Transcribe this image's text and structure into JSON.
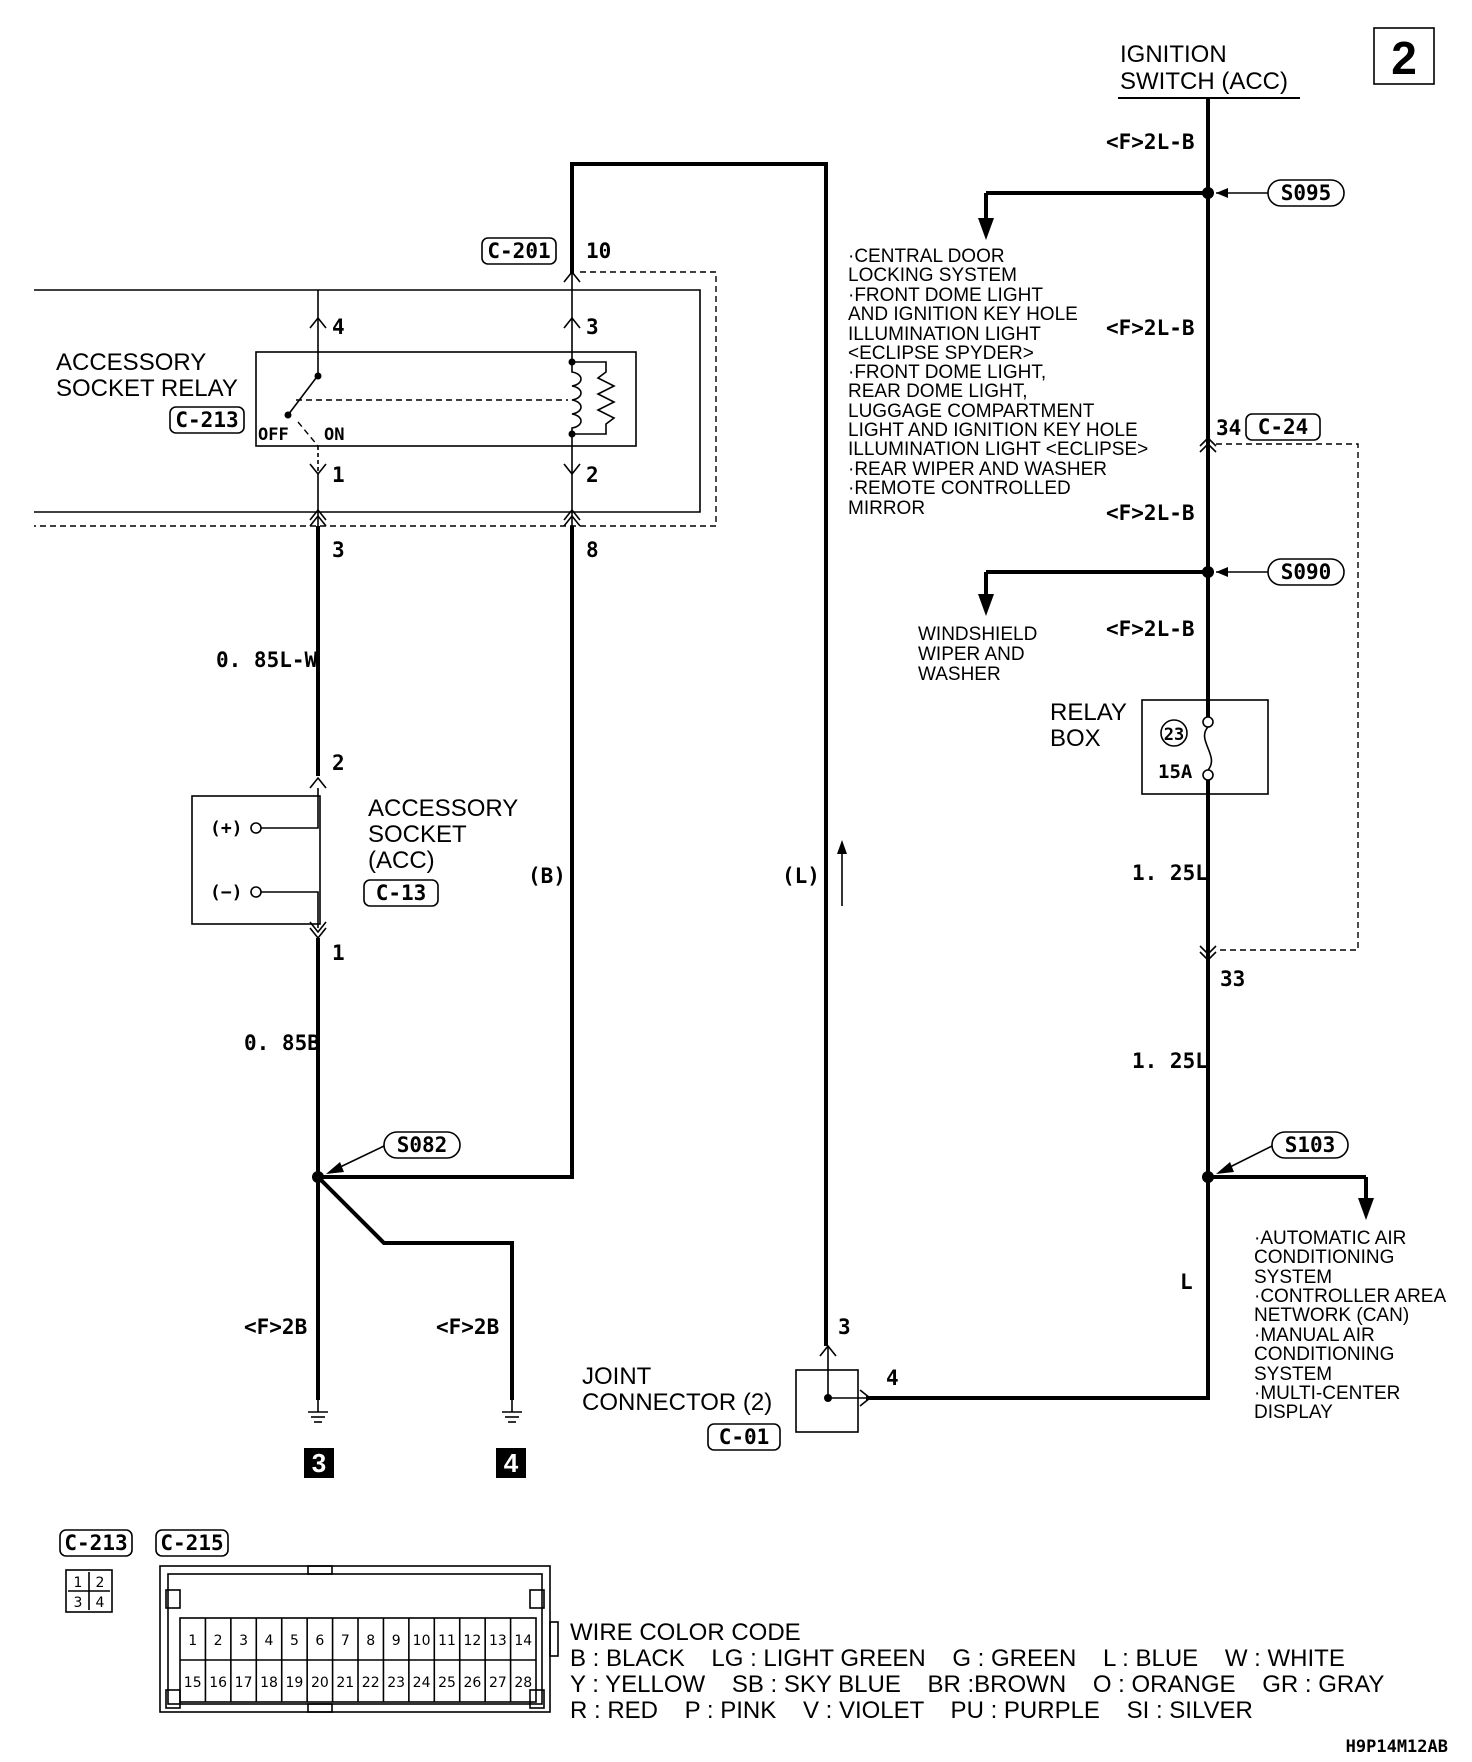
{
  "page_number": "2",
  "ignition_switch": {
    "line1": "IGNITION",
    "line2": "SWITCH (ACC)"
  },
  "connectors": {
    "c201": "C-201",
    "c213": "C-213",
    "c13": "C-13",
    "c24": "C-24",
    "c01": "C-01",
    "c215": "C-215"
  },
  "splices": {
    "s095": "S095",
    "s090": "S090",
    "s103": "S103",
    "s082": "S082"
  },
  "wire_labels": {
    "f2lb_1": "<F>2L-B",
    "f2lb_2": "<F>2L-B",
    "f2lb_3": "<F>2L-B",
    "f2lb_4": "<F>2L-B",
    "w085lw": "0. 85L-W",
    "w085b": "0. 85B",
    "w125l_1": "1. 25L",
    "w125l_2": "1. 25L",
    "l": "L",
    "b_paren": "(B)",
    "l_paren": "(L)",
    "f2b_1": "<F>2B",
    "f2b_2": "<F>2B"
  },
  "pins": {
    "c201_10": "10",
    "relay_4": "4",
    "relay_3": "3",
    "relay_1": "1",
    "relay_2": "2",
    "c201_3": "3",
    "c201_8": "8",
    "socket_2": "2",
    "socket_1": "1",
    "c24_34": "34",
    "c24_33": "33",
    "jc_3": "3",
    "jc_4": "4"
  },
  "relay": {
    "line1": "ACCESSORY",
    "line2": "SOCKET RELAY",
    "off": "OFF",
    "on": "ON"
  },
  "socket": {
    "line1": "ACCESSORY",
    "line2": "SOCKET",
    "line3": "(ACC)",
    "plus": "(+)",
    "minus": "(−)"
  },
  "relay_box": {
    "line1": "RELAY",
    "line2": "BOX",
    "fuse_no": "23",
    "rating": "15A"
  },
  "joint_connector": {
    "line1": "JOINT",
    "line2": "CONNECTOR (2)"
  },
  "grounds": {
    "g3": "3",
    "g4": "4"
  },
  "to_list_1": [
    "·CENTRAL DOOR",
    " LOCKING SYSTEM",
    "·FRONT DOME LIGHT",
    " AND IGNITION KEY HOLE",
    " ILLUMINATION LIGHT",
    " <ECLIPSE SPYDER>",
    "·FRONT DOME LIGHT,",
    " REAR DOME LIGHT,",
    " LUGGAGE COMPARTMENT",
    " LIGHT AND IGNITION KEY HOLE",
    " ILLUMINATION LIGHT <ECLIPSE>",
    "·REAR WIPER AND WASHER",
    "·REMOTE CONTROLLED",
    " MIRROR"
  ],
  "to_list_2": [
    "WINDSHIELD",
    "WIPER AND",
    "WASHER"
  ],
  "to_list_3": [
    "·AUTOMATIC AIR",
    " CONDITIONING",
    " SYSTEM",
    "·CONTROLLER AREA",
    " NETWORK (CAN)",
    "·MANUAL AIR",
    " CONDITIONING",
    " SYSTEM",
    "·MULTI-CENTER",
    " DISPLAY"
  ],
  "connector_c213_pins": [
    "1",
    "2",
    "3",
    "4"
  ],
  "connector_c215_pins_top": [
    "1",
    "2",
    "3",
    "4",
    "5",
    "6",
    "7",
    "8",
    "9",
    "10",
    "11",
    "12",
    "13",
    "14"
  ],
  "connector_c215_pins_bottom": [
    "15",
    "16",
    "17",
    "18",
    "19",
    "20",
    "21",
    "22",
    "23",
    "24",
    "25",
    "26",
    "27",
    "28"
  ],
  "color_code": {
    "title": "WIRE COLOR CODE",
    "row1": "B : BLACK    LG : LIGHT GREEN    G : GREEN    L : BLUE    W : WHITE",
    "row2": "Y : YELLOW    SB : SKY BLUE    BR :BROWN    O : ORANGE    GR : GRAY",
    "row3": "R : RED    P : PINK    V : VIOLET    PU : PURPLE    SI : SILVER"
  },
  "figure_code": "H9P14M12AB"
}
